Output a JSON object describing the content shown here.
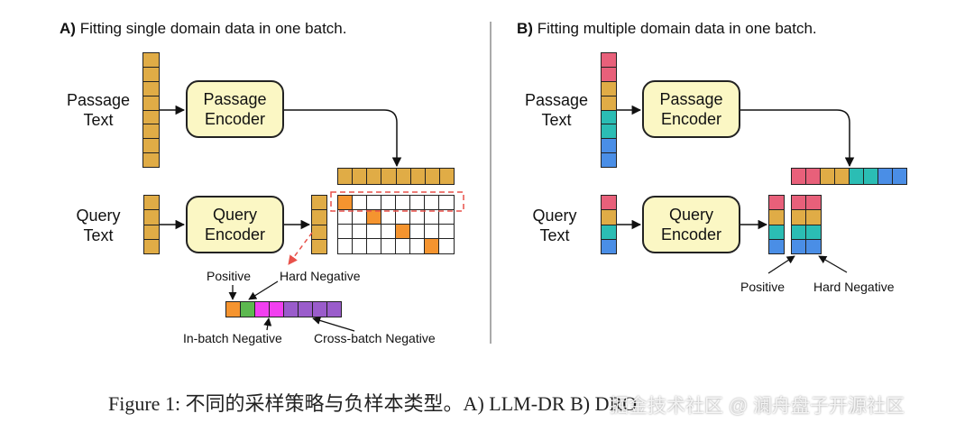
{
  "panel_a": {
    "title_prefix": "A)",
    "title_text": "Fitting single domain data in one batch.",
    "passage_label_line1": "Passage",
    "passage_label_line2": "Text",
    "passage_encoder_line1": "Passage",
    "passage_encoder_line2": "Encoder",
    "query_label_line1": "Query",
    "query_label_line2": "Text",
    "query_encoder_line1": "Query",
    "query_encoder_line2": "Encoder",
    "passage_input_cells": [
      "gold",
      "gold",
      "gold",
      "gold",
      "gold",
      "gold",
      "gold",
      "gold"
    ],
    "passage_embedding_cells": [
      "gold",
      "gold",
      "gold",
      "gold",
      "gold",
      "gold",
      "gold",
      "gold"
    ],
    "query_input_cells": [
      "gold",
      "gold",
      "gold",
      "gold"
    ],
    "query_embedding_cells": [
      "gold",
      "gold",
      "gold",
      "gold"
    ],
    "score_matrix": {
      "rows": 4,
      "cols": 8,
      "highlighted": [
        [
          0,
          0
        ],
        [
          1,
          2
        ],
        [
          2,
          4
        ],
        [
          3,
          6
        ]
      ]
    },
    "legend_bar_cells": [
      "orange",
      "green",
      "magenta",
      "magenta",
      "purple",
      "purple",
      "purple",
      "purple"
    ],
    "annotations": {
      "positive": "Positive",
      "hard_negative": "Hard Negative",
      "in_batch_negative": "In-batch Negative",
      "cross_batch_negative": "Cross-batch Negative"
    }
  },
  "panel_b": {
    "title_prefix": "B)",
    "title_text": "Fitting multiple domain data in one batch.",
    "passage_label_line1": "Passage",
    "passage_label_line2": "Text",
    "passage_encoder_line1": "Passage",
    "passage_encoder_line2": "Encoder",
    "query_label_line1": "Query",
    "query_label_line2": "Text",
    "query_encoder_line1": "Query",
    "query_encoder_line2": "Encoder",
    "passage_input_cells": [
      "red",
      "red",
      "gold",
      "gold",
      "teal",
      "teal",
      "blue",
      "blue"
    ],
    "passage_embedding_cells": [
      "red",
      "red",
      "gold",
      "gold",
      "teal",
      "teal",
      "blue",
      "blue"
    ],
    "query_input_cells": [
      "red",
      "gold",
      "teal",
      "blue"
    ],
    "query_embedding_cells": [
      "red",
      "gold",
      "teal",
      "blue"
    ],
    "candidate_columns": [
      [
        "red",
        "gold",
        "teal",
        "blue"
      ],
      [
        "red",
        "gold",
        "teal",
        "blue"
      ]
    ],
    "annotations": {
      "positive": "Positive",
      "hard_negative": "Hard Negative"
    }
  },
  "colors": {
    "gold": "#e0ac46",
    "red": "#e8607a",
    "teal": "#2bbdb4",
    "blue": "#4a8ee6",
    "orange": "#f5942f",
    "green": "#5cb84f",
    "magenta": "#f23ff0",
    "purple": "#9a5ccb",
    "encoder_fill": "#fbf7c4",
    "dashed_red": "#e8514a"
  },
  "caption": {
    "text": "Figure 1:  不同的采样策略与负样本类型。A) LLM-DR  B) DRO"
  },
  "watermark": {
    "text": "掘金技术社区 @ 澜舟盘子开源社区"
  }
}
